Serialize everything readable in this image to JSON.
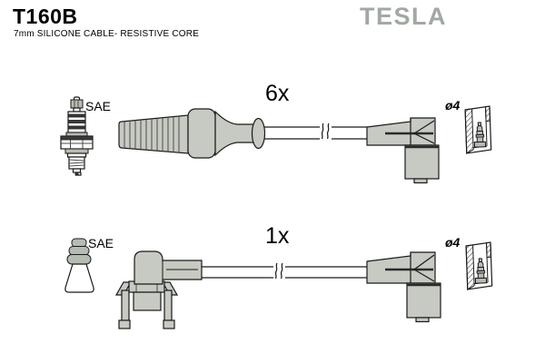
{
  "header": {
    "part_number": "T160B",
    "subtitle": "7mm SILICONE CABLE- RESISTIVE CORE",
    "brand": "TESLA"
  },
  "colors": {
    "boot_gray": "#c6cac2",
    "metal_gray": "#b7bcb3",
    "logo_gray": "#a2a8a2",
    "outline": "#1a1a1a",
    "background": "#ffffff"
  },
  "top_section": {
    "quantity_label": "6x",
    "plug_type_label": "SAE",
    "terminal_diameter_label": "ø4",
    "icons": {
      "plug": "spark-plug-icon",
      "cable": "ribbed-boot-cable-icon",
      "cable_end": "angled-boot-icon",
      "terminal": "terminal-socket-cross-section-icon"
    }
  },
  "bottom_section": {
    "quantity_label": "1x",
    "plug_type_label": "SAE",
    "terminal_diameter_label": "ø4",
    "icons": {
      "plug": "cone-boot-icon",
      "cable": "bracket-boot-cable-icon",
      "cable_end": "angled-boot-icon",
      "terminal": "terminal-socket-cross-section-icon"
    }
  }
}
